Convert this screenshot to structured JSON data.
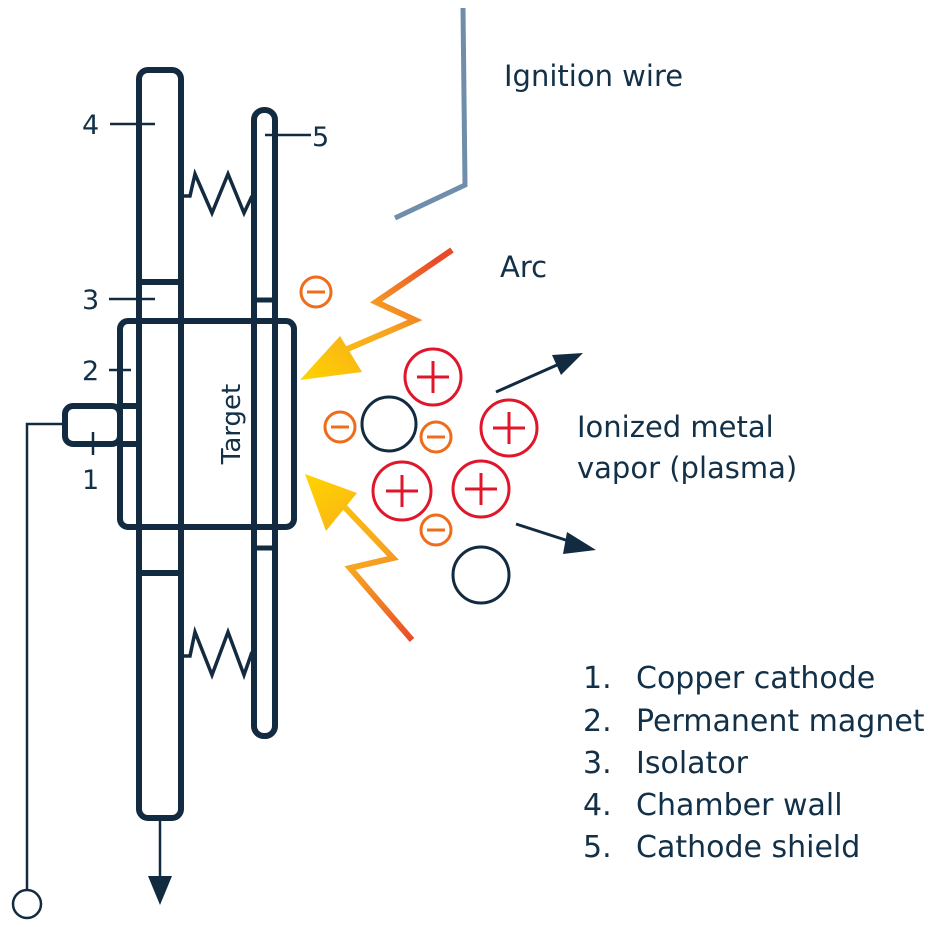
{
  "title": "Cathodic arc deposition diagram",
  "colors": {
    "outline": "#132b40",
    "text": "#123047",
    "ignition_wire": "#6f8eab",
    "arc_start": "#e84b2a",
    "arc_end": "#ffd400",
    "electron": "#ef6c1a",
    "ion": "#e0162b",
    "neutral": "#132b40"
  },
  "labels": {
    "ignition_wire": "Ignition wire",
    "arc": "Arc",
    "plasma_line1": "Ionized metal",
    "plasma_line2": "vapor (plasma)",
    "target": "Target"
  },
  "part_callouts": [
    "1",
    "2",
    "3",
    "4",
    "5"
  ],
  "symbols": {
    "electron": "−",
    "ion": "+"
  },
  "legend": [
    {
      "number": "1.",
      "text": "Copper cathode"
    },
    {
      "number": "2.",
      "text": "Permanent magnet"
    },
    {
      "number": "3.",
      "text": "Isolator"
    },
    {
      "number": "4.",
      "text": "Chamber wall"
    },
    {
      "number": "5.",
      "text": "Cathode shield"
    }
  ]
}
